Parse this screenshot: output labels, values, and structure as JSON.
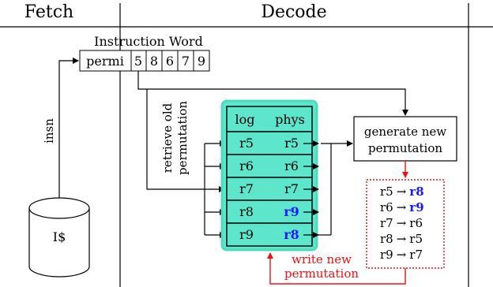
{
  "stages": {
    "fetch": "Fetch",
    "decode": "Decode"
  },
  "instruction_word": {
    "title": "Instruction Word",
    "fields": [
      "permi",
      "5",
      "8",
      "6",
      "7",
      "9"
    ]
  },
  "labels": {
    "insn": "insn",
    "retrieve_line1": "retrieve old",
    "retrieve_line2": "permutation",
    "cache": "I$",
    "write_line1": "write new",
    "write_line2": "permutation"
  },
  "table": {
    "header_log": "log",
    "header_phys": "phys",
    "rows": [
      {
        "log": "r5",
        "phys": "r5",
        "changed": false
      },
      {
        "log": "r6",
        "phys": "r6",
        "changed": false
      },
      {
        "log": "r7",
        "phys": "r7",
        "changed": false
      },
      {
        "log": "r8",
        "phys": "r9",
        "changed": true
      },
      {
        "log": "r9",
        "phys": "r8",
        "changed": true
      }
    ]
  },
  "generate_box": {
    "line1": "generate new",
    "line2": "permutation"
  },
  "new_permutation": [
    {
      "from": "r5",
      "arrow": "→",
      "to": "r8",
      "highlight": true
    },
    {
      "from": "r6",
      "arrow": "→",
      "to": "r9",
      "highlight": true
    },
    {
      "from": "r7",
      "arrow": "→",
      "to": "r6",
      "highlight": false
    },
    {
      "from": "r8",
      "arrow": "→",
      "to": "r5",
      "highlight": false
    },
    {
      "from": "r9",
      "arrow": "→",
      "to": "r7",
      "highlight": false
    }
  ],
  "colors": {
    "table_fill": "#5ee6cc",
    "table_border": "#4fd9bd",
    "highlight_text": "#1a1aff",
    "write_arrow": "#ee1111",
    "dotted_box": "#ee1111"
  }
}
